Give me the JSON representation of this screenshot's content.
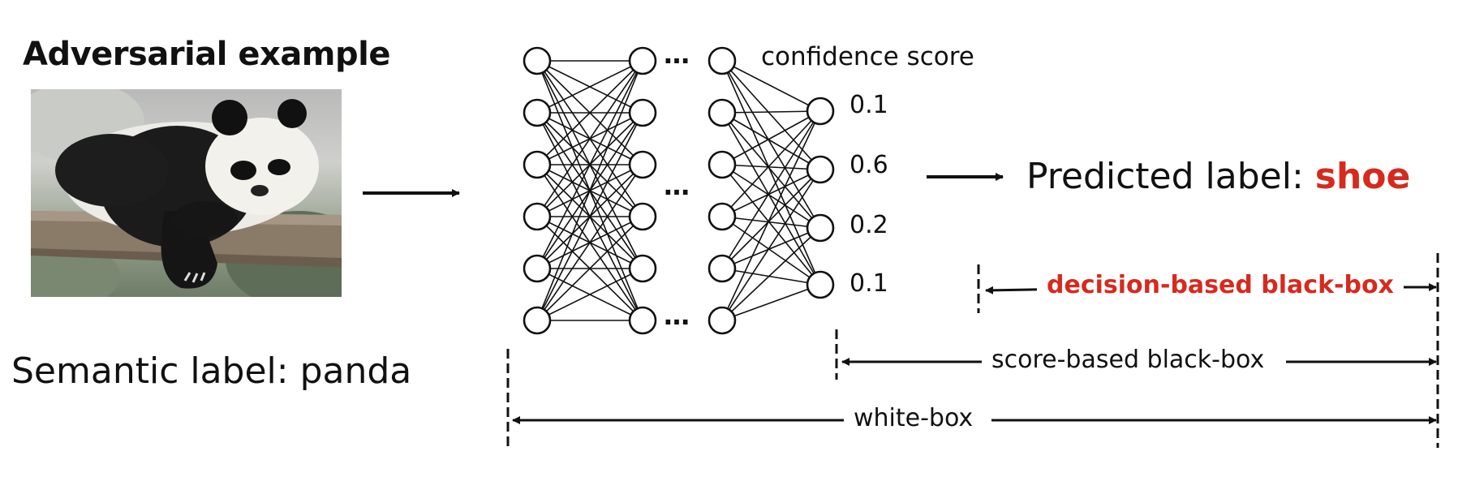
{
  "title": "Adversarial example",
  "semantic_label": "Semantic label: panda",
  "predicted": {
    "prefix": "Predicted label: ",
    "value": "shoe",
    "value_color": "#d62a1e"
  },
  "confidence": {
    "title": "confidence score",
    "scores": [
      "0.1",
      "0.6",
      "0.2",
      "0.1"
    ]
  },
  "network": {
    "ellipsis": "…"
  },
  "ranges": [
    {
      "label": "decision-based black-box",
      "color": "#d62a1e"
    },
    {
      "label": "score-based black-box",
      "color": "#111111"
    },
    {
      "label": "white-box",
      "color": "#111111"
    }
  ],
  "image": {
    "subject": "panda-photo"
  }
}
